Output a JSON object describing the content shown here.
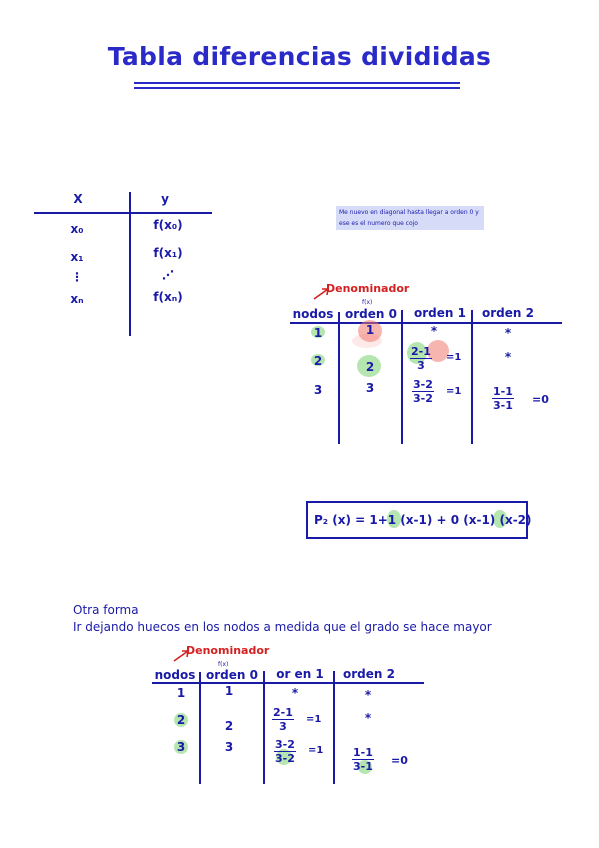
{
  "title": "Tabla diferencias divididas",
  "simple_table": {
    "headers": [
      "X",
      "y"
    ],
    "rows": [
      [
        "x₀",
        "f(x₀)"
      ],
      [
        "x₁",
        "f(x₁)"
      ],
      [
        "⋮",
        "⋰"
      ],
      [
        "xₙ",
        "f(xₙ)"
      ]
    ]
  },
  "note": "Me nuevo en diagonal hasta llegar a orden 0 y ese es el numero que cojo",
  "table1": {
    "denominator_label": "Denominador",
    "fx_label": "f(x)",
    "headers": [
      "nodos",
      "orden 0",
      "orden 1",
      "orden 2"
    ],
    "nodos": [
      "1",
      "2",
      "3"
    ],
    "orden0": [
      "1",
      "2",
      "3"
    ],
    "star1": "*",
    "star2a": "*",
    "star2b": "*",
    "frac1": {
      "num": "2-1",
      "den": "3",
      "result": "=1"
    },
    "frac2": {
      "num": "3-2",
      "den": "3-2",
      "result": "=1"
    },
    "frac3": {
      "num": "1-1",
      "den": "3-1",
      "result": "=0"
    }
  },
  "formula": "P₂ (x) = 1+1 (x-1) + 0 (x-1) (x-2)",
  "otra": {
    "line1": "Otra forma",
    "line2": "Ir dejando huecos en los nodos a medida que el grado se hace mayor"
  },
  "table2": {
    "denominator_label": "Denominador",
    "fx_label": "f(x)",
    "headers": [
      "nodos",
      "orden 0",
      "or en 1",
      "orden 2"
    ],
    "nodos": [
      "1",
      "2",
      "3"
    ],
    "orden0": [
      "1",
      "2",
      "3"
    ],
    "star1": "*",
    "star2a": "*",
    "star2b": "*",
    "frac1": {
      "num": "2-1",
      "den": "3",
      "result": "=1"
    },
    "frac2": {
      "num": "3-2",
      "den": "3-2",
      "result": "=1"
    },
    "frac3": {
      "num": "1-1",
      "den": "3-1",
      "result": "=0"
    }
  }
}
